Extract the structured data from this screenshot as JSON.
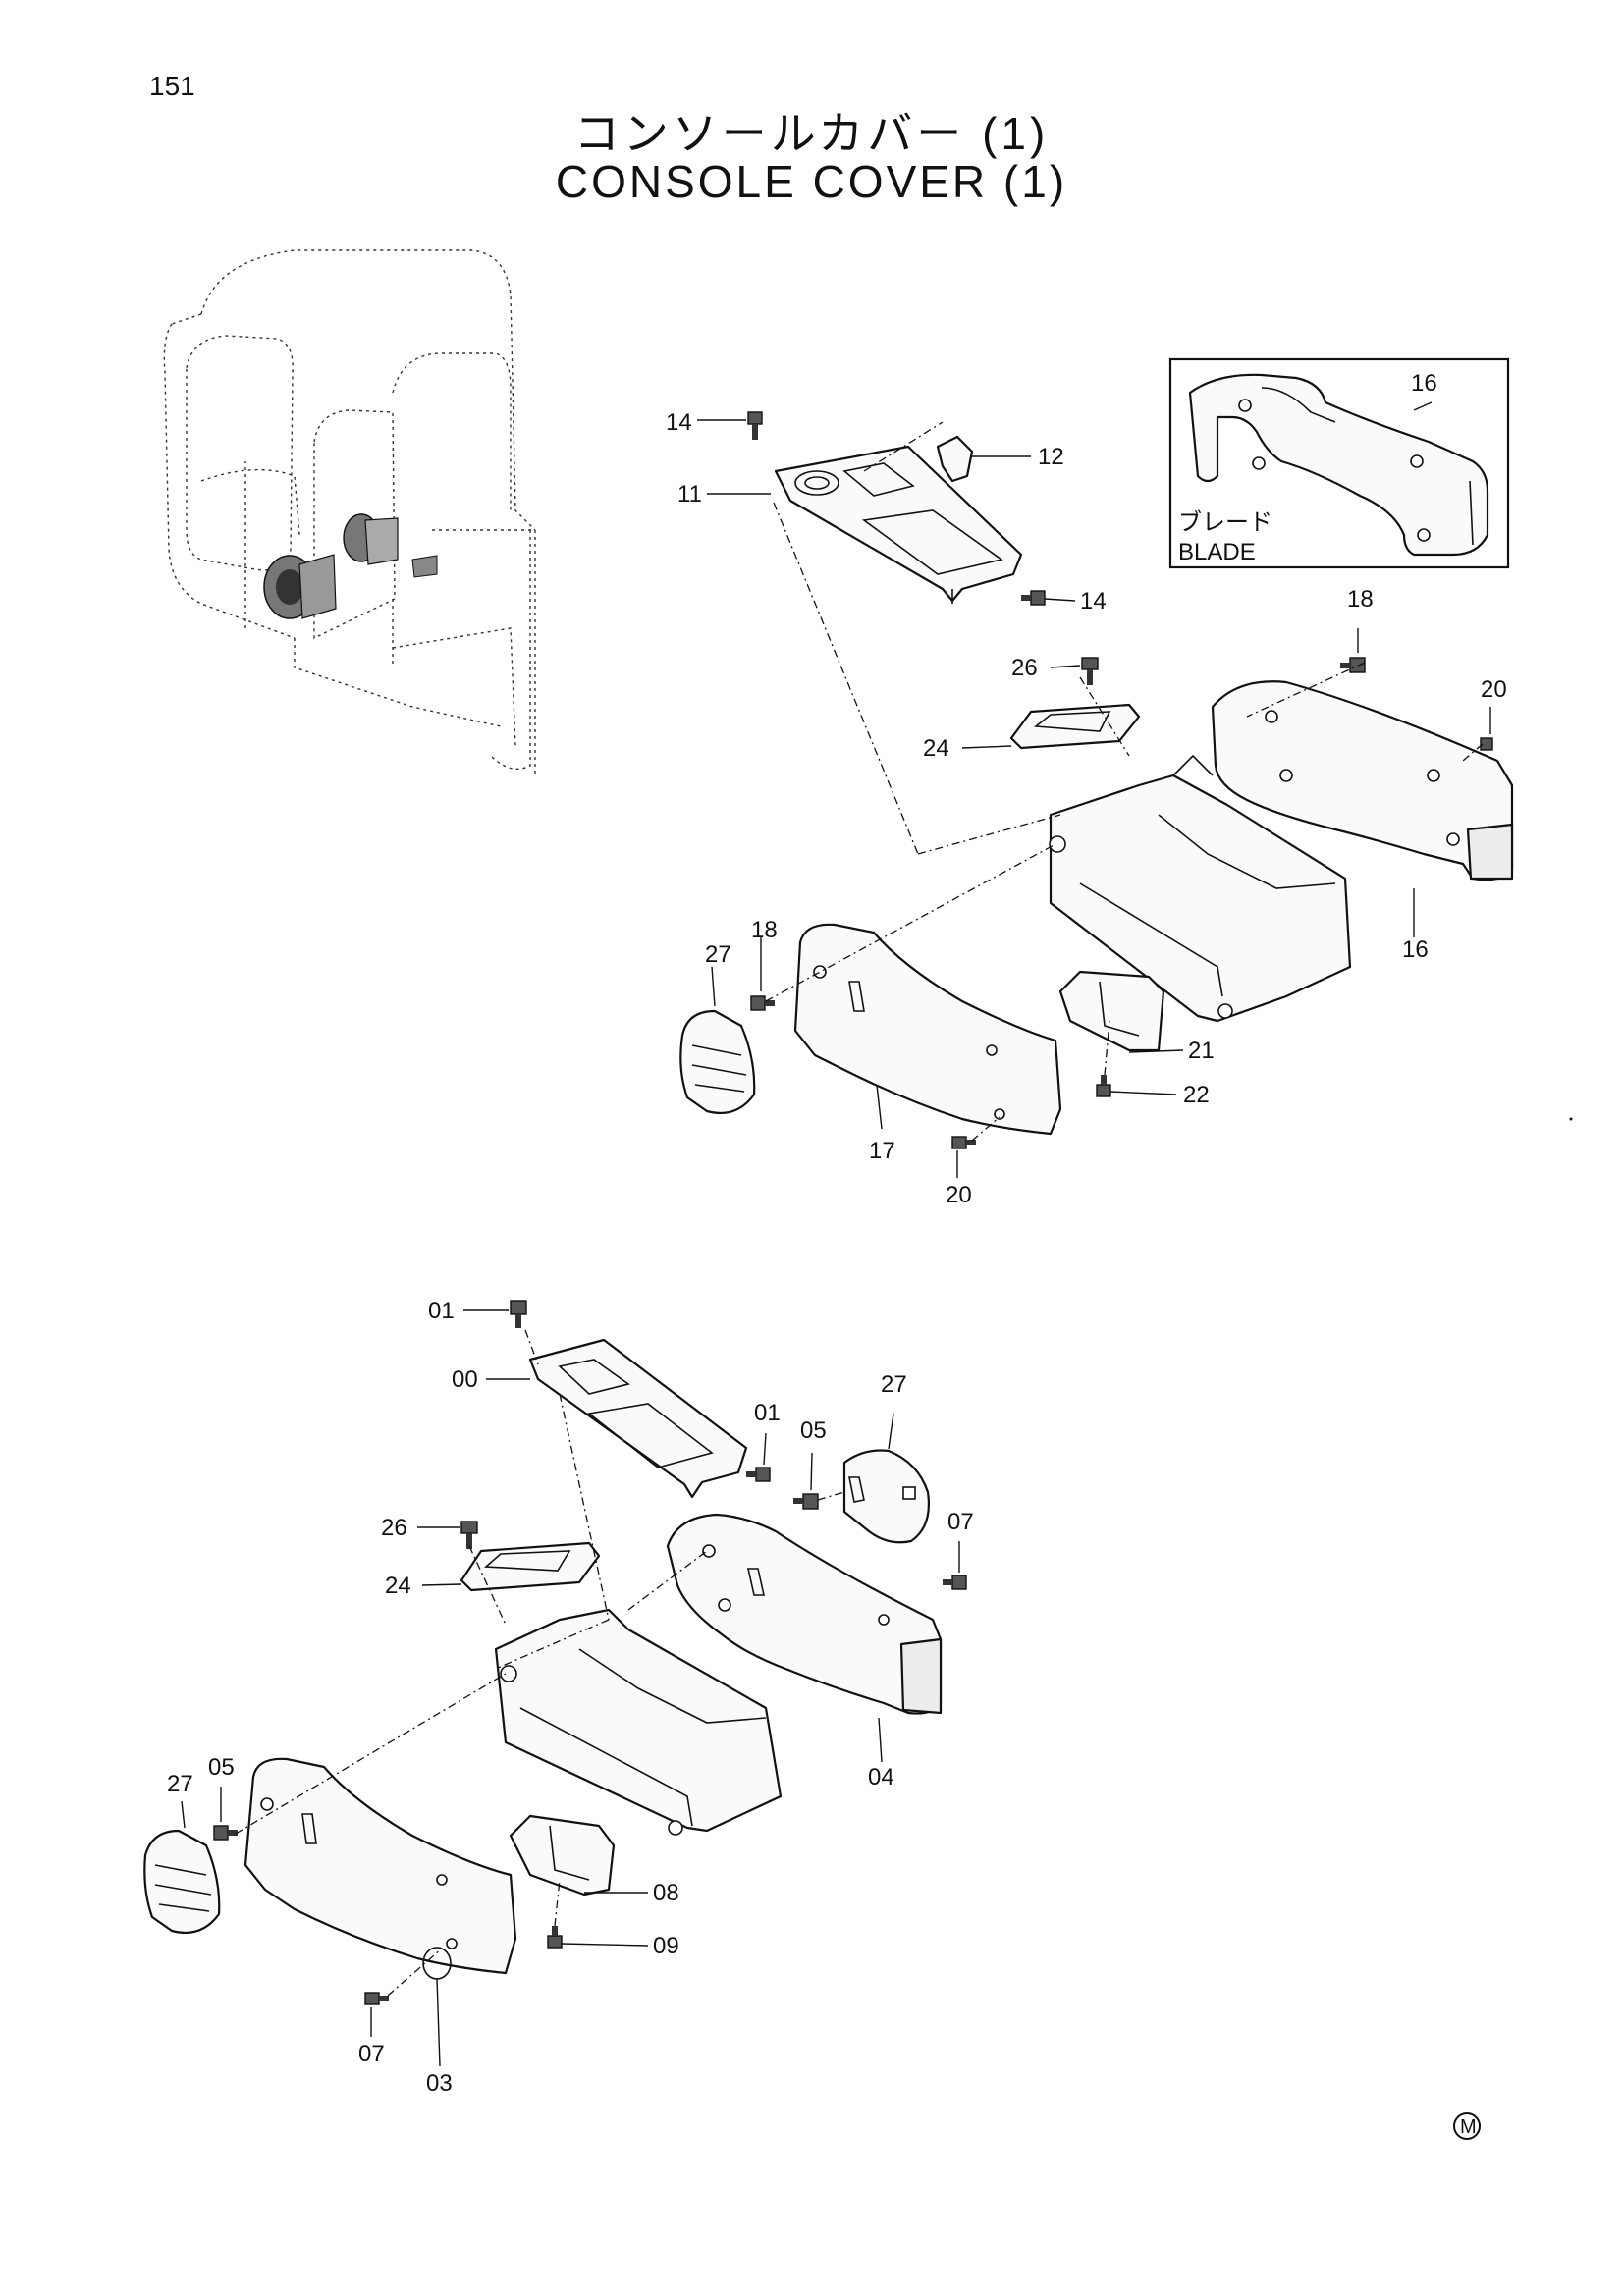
{
  "page_number": "151",
  "title_jp": "コンソールカバー (1)",
  "title_en": "CONSOLE COVER (1)",
  "inset": {
    "label_jp": "ブレード",
    "label_en": "BLADE",
    "callout": "16"
  },
  "callouts_upper": {
    "c14a": "14",
    "c11": "11",
    "c12": "12",
    "c14b": "14",
    "c18a": "18",
    "c20a": "20",
    "c26": "26",
    "c24": "24",
    "c16": "16",
    "c27": "27",
    "c18b": "18",
    "c21": "21",
    "c22": "22",
    "c17": "17",
    "c20b": "20"
  },
  "callouts_lower": {
    "c01a": "01",
    "c00": "00",
    "c27a": "27",
    "c01b": "01",
    "c05a": "05",
    "c26": "26",
    "c07a": "07",
    "c24": "24",
    "c04": "04",
    "c27b": "27",
    "c05b": "05",
    "c08": "08",
    "c09": "09",
    "c07b": "07",
    "c03": "03"
  },
  "mark": "M"
}
